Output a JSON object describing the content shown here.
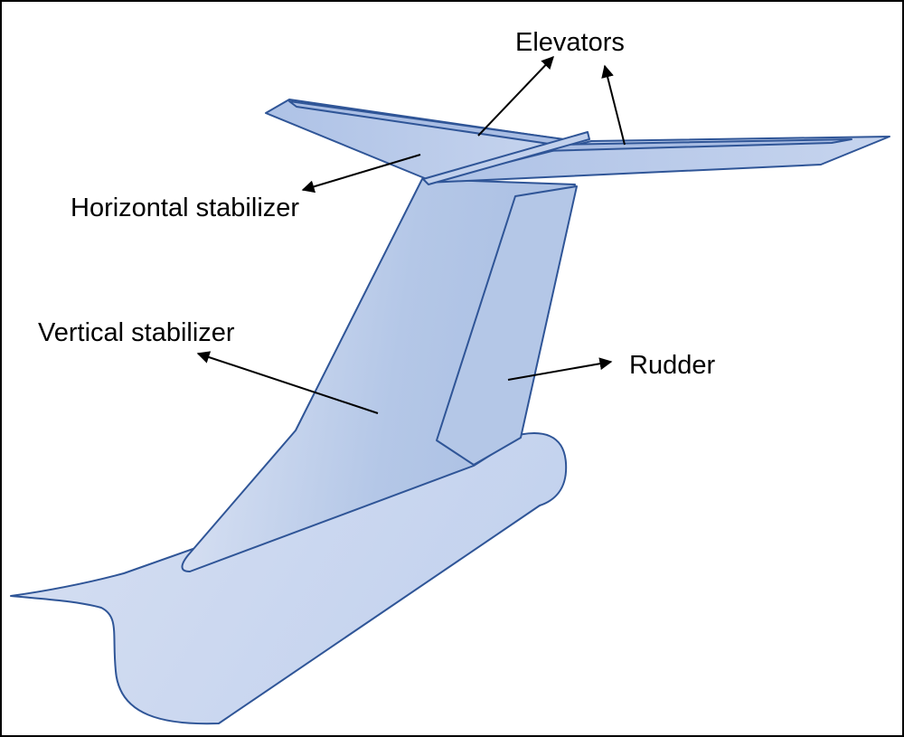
{
  "diagram": {
    "title": "Aircraft tail (empennage) components",
    "labels": {
      "elevators": "Elevators",
      "horizontal_stabilizer": "Horizontal stabilizer",
      "vertical_stabilizer": "Vertical stabilizer",
      "rudder": "Rudder"
    },
    "colors": {
      "fill_light": "#d6dff2",
      "fill_mid": "#b4c7e7",
      "fill_dark": "#a9bde3",
      "outline": "#2f5597",
      "arrow": "#000000",
      "frame": "#000000"
    }
  }
}
